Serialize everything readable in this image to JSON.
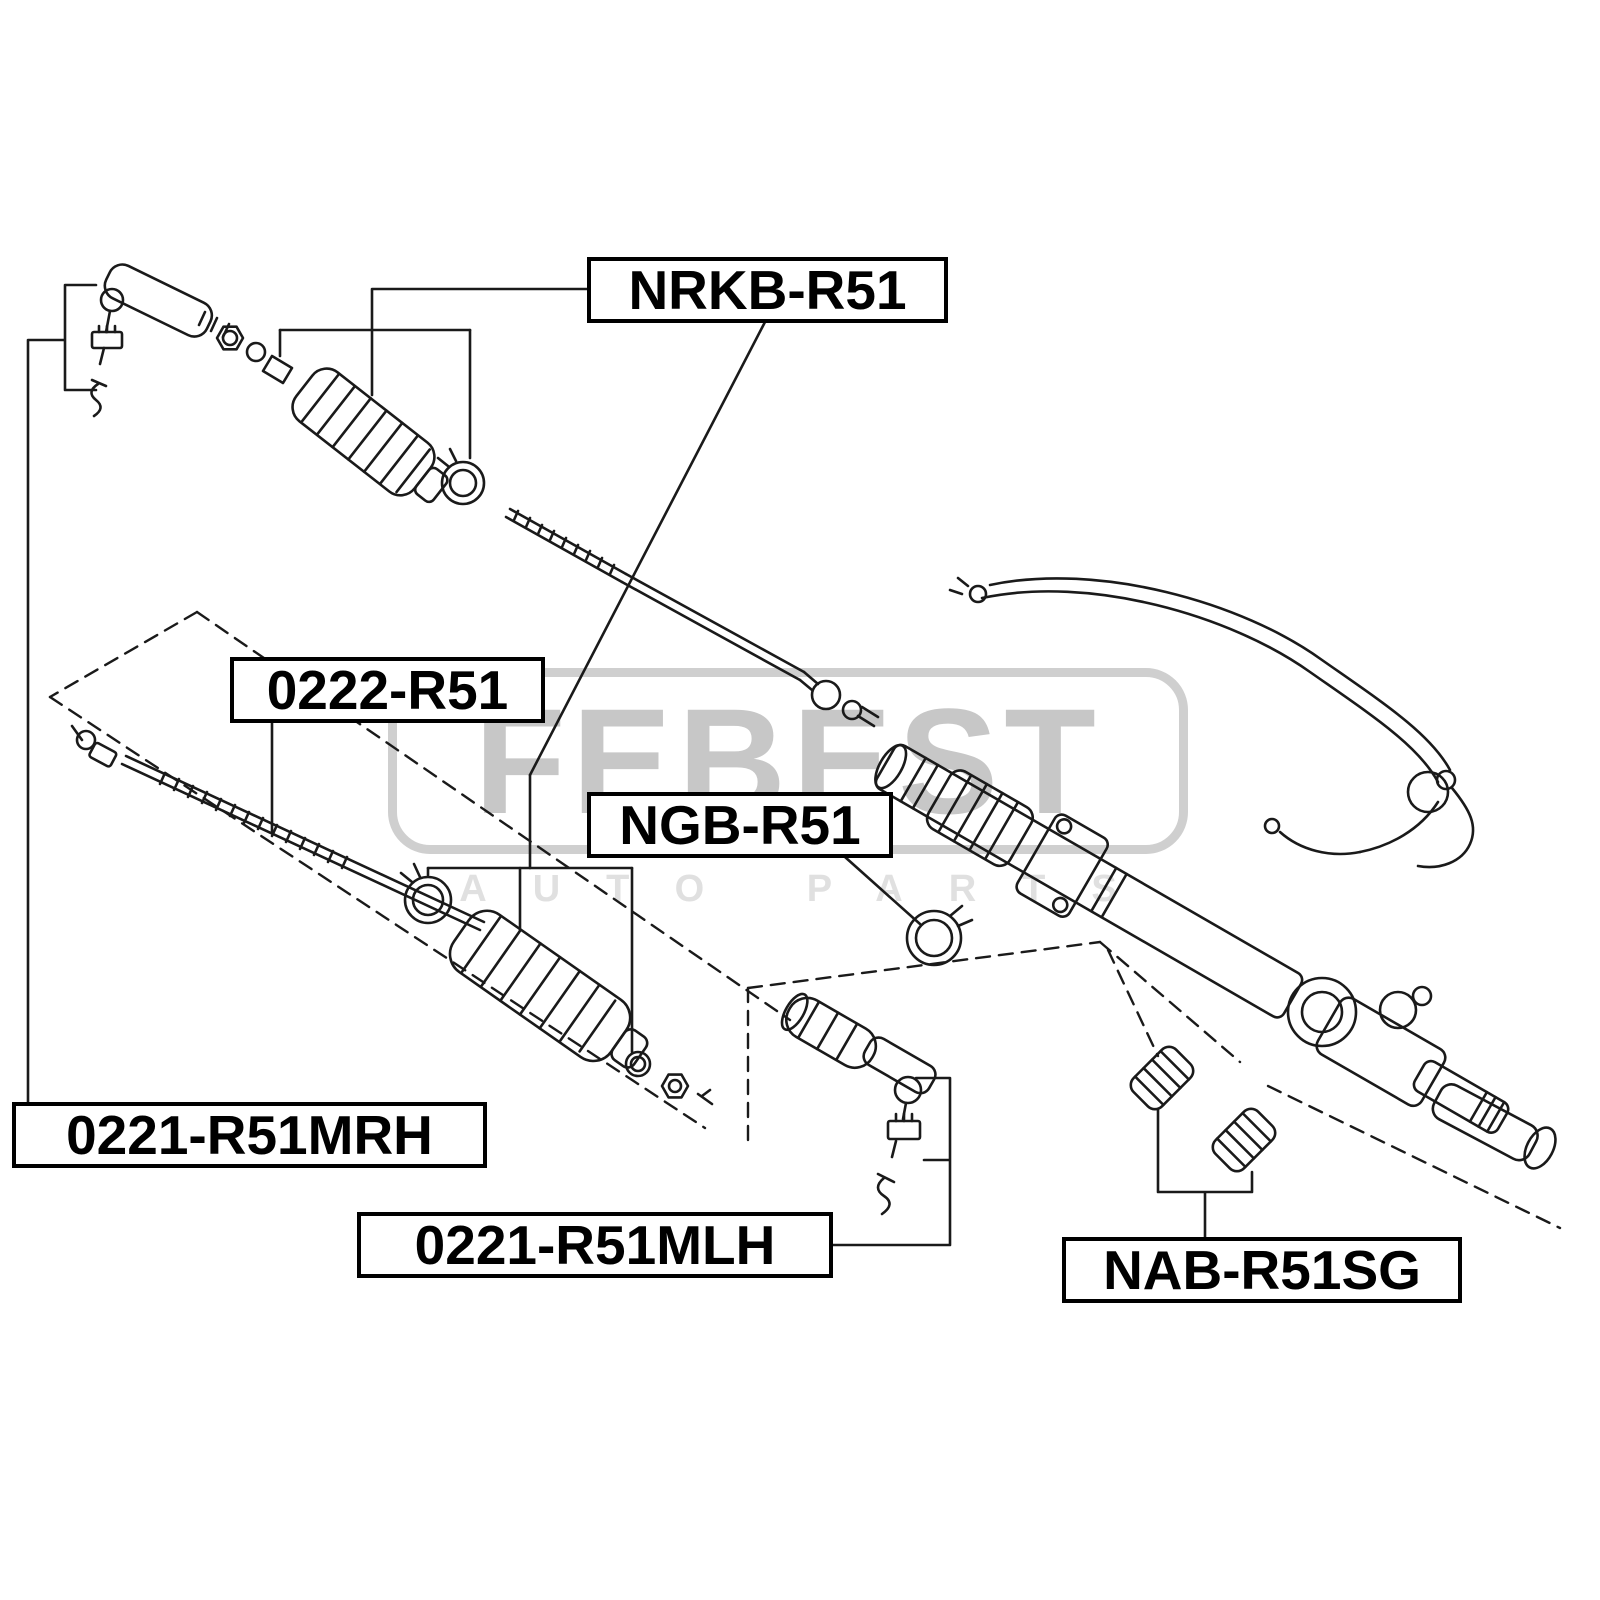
{
  "watermark": {
    "brand": "FEBEST",
    "tagline": "AUTO PARTS"
  },
  "labels": {
    "nrkb": {
      "text": "NRKB-R51"
    },
    "rod": {
      "text": "0222-R51"
    },
    "ngb": {
      "text": "NGB-R51"
    },
    "mrh": {
      "text": "0221-R51MRH"
    },
    "mlh": {
      "text": "0221-R51MLH"
    },
    "nab": {
      "text": "NAB-R51SG"
    }
  },
  "colors": {
    "line": "#1a1a1a",
    "label_border": "#000000",
    "watermark_gray": "#c7c7c7"
  }
}
